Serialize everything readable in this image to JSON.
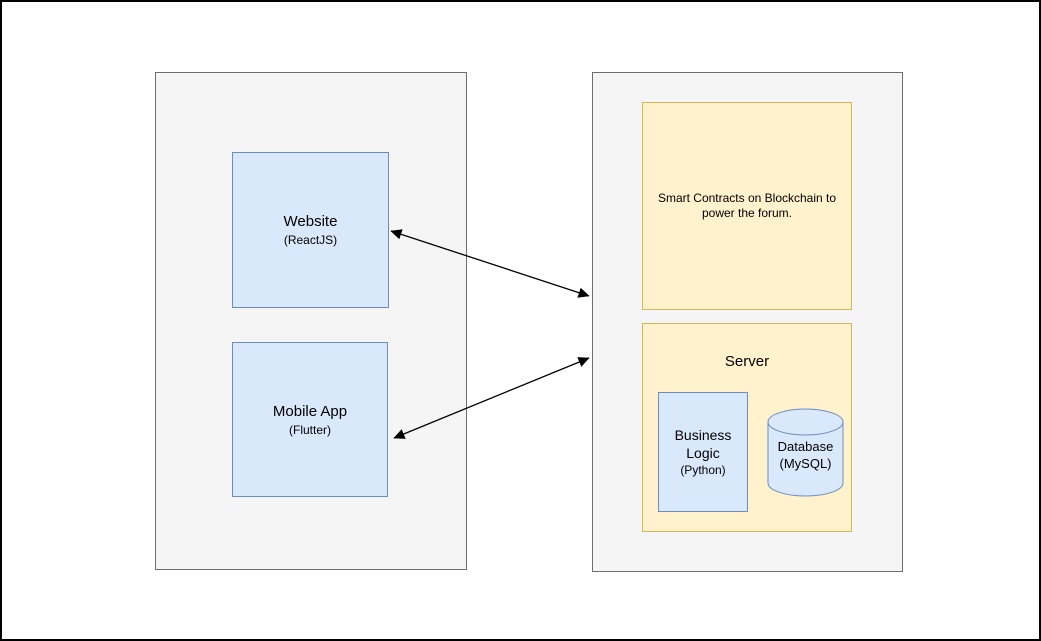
{
  "diagram": {
    "left_group": {
      "website": {
        "title": "Website",
        "subtitle": "(ReactJS)"
      },
      "mobile_app": {
        "title": "Mobile App",
        "subtitle": "(Flutter)"
      }
    },
    "right_group": {
      "smart_contracts": {
        "label": "Smart Contracts on Blockchain to power the forum."
      },
      "server": {
        "title": "Server",
        "business_logic": {
          "title": "Business Logic",
          "subtitle": "(Python)"
        },
        "database": {
          "title": "Database",
          "subtitle": "(MySQL)"
        }
      }
    },
    "connections": [
      {
        "from": "Website",
        "to": "right-group",
        "type": "bidirectional"
      },
      {
        "from": "Mobile App",
        "to": "right-group",
        "type": "bidirectional"
      }
    ],
    "colors": {
      "client_box_fill": "#dae8fc",
      "client_box_border": "#6c8ebf",
      "server_box_fill": "#fff2cc",
      "server_box_border": "#d6b656",
      "group_fill": "#f5f5f5",
      "group_border": "#6e6e6e",
      "arrow": "#000000",
      "canvas_border": "#000000",
      "background": "#ffffff"
    }
  }
}
